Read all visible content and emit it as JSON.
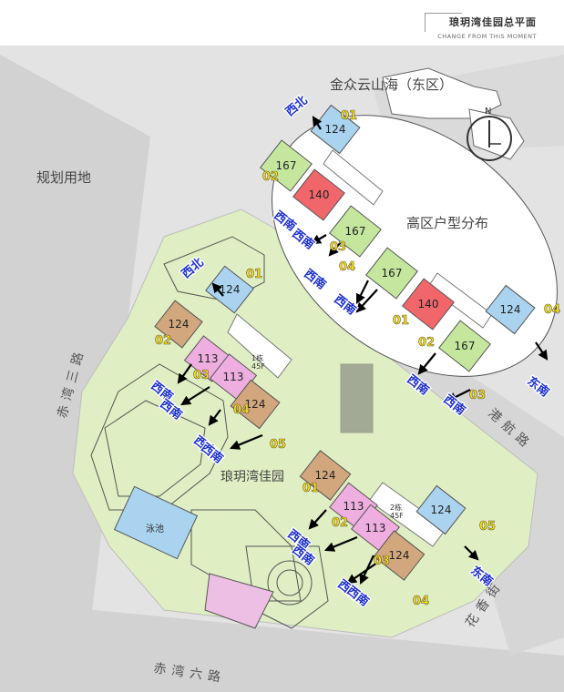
{
  "header": {
    "title": "琅玥湾佳园总平面",
    "subtitle": "CHANGE FROM THIS MOMENT"
  },
  "map": {
    "north_label": "N",
    "places": {
      "neighbor": "金众云山海（东区）",
      "planned_land": "规划用地",
      "high_zone_title": "高区户型分布",
      "community": "琅玥湾佳园",
      "pool": "泳池"
    },
    "roads": {
      "chiwan_3": "赤湾三路",
      "chiwan_6": "赤湾六路",
      "ganghang": "港航路",
      "huaxiang": "花香街"
    },
    "buildings": {
      "b1": "1栋\n45F",
      "b2": "2栋\n45F"
    },
    "units": [
      {
        "no": "01",
        "area": "124",
        "orient": "西北",
        "zone": "high"
      },
      {
        "no": "02",
        "area": "167",
        "orient": "西南",
        "zone": "high"
      },
      {
        "no": "03",
        "area": "140",
        "orient": "西南",
        "zone": "high"
      },
      {
        "no": "04",
        "area": "167",
        "orient": "西南",
        "zone": "high"
      },
      {
        "no": "01",
        "area": "167",
        "orient": "西南",
        "zone": "high"
      },
      {
        "no": "02",
        "area": "140",
        "orient": "西南",
        "zone": "high"
      },
      {
        "no": "03",
        "area": "167",
        "orient": "西南",
        "zone": "high"
      },
      {
        "no": "04",
        "area": "124",
        "orient": "东南",
        "zone": "high"
      },
      {
        "no": "01",
        "area": "124",
        "orient": "西北",
        "zone": "b1"
      },
      {
        "no": "02",
        "area": "124",
        "orient": "西南",
        "zone": "b1"
      },
      {
        "no": "03",
        "area": "113",
        "orient": "西南",
        "zone": "b1"
      },
      {
        "no": "04",
        "area": "113",
        "orient": "西南",
        "zone": "b1"
      },
      {
        "no": "05",
        "area": "124",
        "orient": "西南",
        "zone": "b1"
      },
      {
        "no": "01",
        "area": "124",
        "orient": "西南",
        "zone": "b2"
      },
      {
        "no": "02",
        "area": "113",
        "orient": "西南",
        "zone": "b2"
      },
      {
        "no": "03",
        "area": "113",
        "orient": "西南",
        "zone": "b2"
      },
      {
        "no": "04",
        "area": "124",
        "orient": "西南",
        "zone": "b2"
      },
      {
        "no": "05",
        "area": "124",
        "orient": "东南",
        "zone": "b2"
      }
    ],
    "colors": {
      "unit_124": "#a9d3ef",
      "unit_167": "#c4e69d",
      "unit_140": "#f0666a",
      "unit_113": "#eeaee0",
      "unit_124_brown": "#d2a77d",
      "label_blue": "#1c2fd1",
      "label_yellow": "#ffe100",
      "site_green": "#dfeec3"
    }
  }
}
